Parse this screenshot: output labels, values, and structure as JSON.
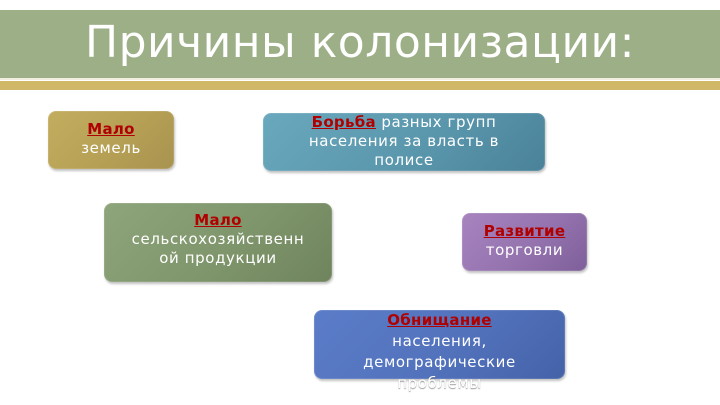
{
  "slide": {
    "title": "Причины колонизации:",
    "colors": {
      "title_bar": "#9caf86",
      "gold_rule": "#d0b868",
      "key_text": "#b00000"
    },
    "boxes": [
      {
        "key": "Мало",
        "lines": [
          "земель"
        ],
        "color": "#b6a055"
      },
      {
        "key": "Борьба",
        "first_line_rest": " разных групп",
        "lines": [
          "населения за власть в",
          "полисе"
        ],
        "color": "#5a97ad"
      },
      {
        "key": "Мало",
        "lines": [
          "сельскохозяйственн",
          "ой продукции"
        ],
        "color": "#7f956b"
      },
      {
        "key": "Развитие",
        "lines": [
          "торговли"
        ],
        "color": "#9473ae"
      },
      {
        "key": "Обнищание",
        "lines": [
          "населения,",
          "демографические",
          "проблемы"
        ],
        "color": "#5272bc"
      }
    ]
  }
}
